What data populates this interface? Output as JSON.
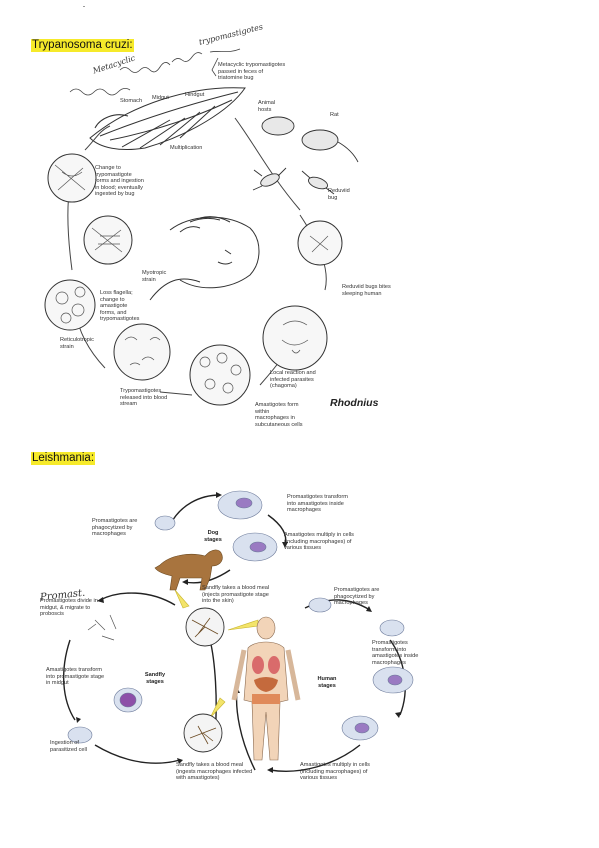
{
  "trypanosoma": {
    "title": "Trypanosoma cruzi:",
    "handwritten_top": "trypomastigotes",
    "handwritten_top2": "Metacyclic",
    "labels": {
      "metacyclic": "Metacyclic trypomastigotes passed in feces of triatomine bug",
      "stomach": "Stomach",
      "midgut": "Midgut",
      "hindgut": "Hindgut",
      "multiplication": "Multiplication",
      "change": "Change to trypomastigote forms and ingestion in blood; eventually ingested by bug",
      "animal_hosts": "Animal hosts",
      "rat": "Rat",
      "reduviid": "Reduviid bug",
      "myotropic": "Myotropic strain",
      "reduviid_biting": "Reduviid bugs bites sleeping human",
      "loses_flagella": "Loss flagella; change to amastigote forms, and trypomastigotes",
      "reticulotropic": "Reticulotropic strain",
      "amastigotes": "Amastigotes form within macrophages in subcutaneous cells",
      "local_reaction": "Local reaction and infected parasites (chagoma)",
      "trypomastigotes_released": "Trypomastigotes released into blood stream"
    },
    "rhodnius": "Rhodnius"
  },
  "leishmania": {
    "title": "Leishmania:",
    "handwritten": "Promast.",
    "labels": {
      "promastigote_transform": "Promastigotes transform into amastigotes inside macrophages",
      "phagocytized_dog": "Promastigotes are phagocytized by macrophages",
      "dog_stages": "Dog stages",
      "amastigotes_multiply_dog": "Amastigotes multiply in cells (including macrophages) of various tissues",
      "sandfly_blood_meal": "Sandfly takes a blood meal (injects promastigote stage into the skin)",
      "promastigotes_divide": "Promastigotes divide in midgut, & migrate to proboscis",
      "promastigotes_phagocytized": "Promastigotes are phagocytized by macrophages",
      "transform_human": "Promastigotes transform into amastigotes inside macrophages",
      "amastigotes_transform": "Amastigotes transform into promastigote stage in midgut",
      "sandfly_stages": "Sandfly stages",
      "human_stages": "Human stages",
      "ingestion": "Ingestion of parasitized cell",
      "sandfly_takes_meal": "Sandfly takes a blood meal (ingests macrophages infected with amastigotes)",
      "amastigotes_multiply_human": "Amastigotes multiply in cells (including macrophages) of various tissues"
    }
  }
}
